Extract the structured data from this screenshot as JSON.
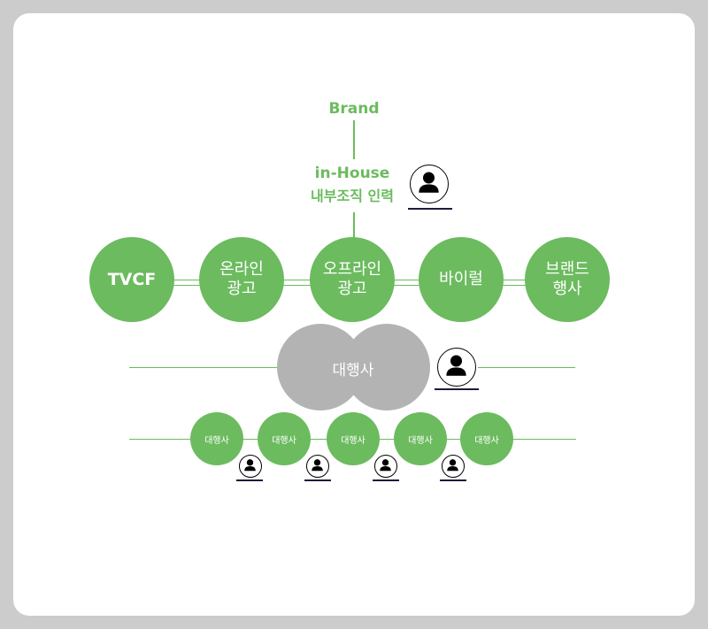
{
  "diagram": {
    "brand_label": "Brand",
    "inhouse_label": "in-House",
    "inhouse_sub_label": "내부조직 인력",
    "channels": [
      {
        "line1": "TVCF",
        "line2": ""
      },
      {
        "line1": "온라인",
        "line2": "광고"
      },
      {
        "line1": "오프라인",
        "line2": "광고"
      },
      {
        "line1": "바이럴",
        "line2": ""
      },
      {
        "line1": "브랜드",
        "line2": "행사"
      }
    ],
    "agency_label": "대행사",
    "sub_agencies": [
      "대행사",
      "대행사",
      "대행사",
      "대행사",
      "대행사"
    ]
  },
  "icons": {
    "person": "person-icon"
  },
  "colors": {
    "green": "#6cbb5f",
    "grey": "#b3b3b3",
    "background": "#cccccc",
    "card": "#ffffff"
  }
}
